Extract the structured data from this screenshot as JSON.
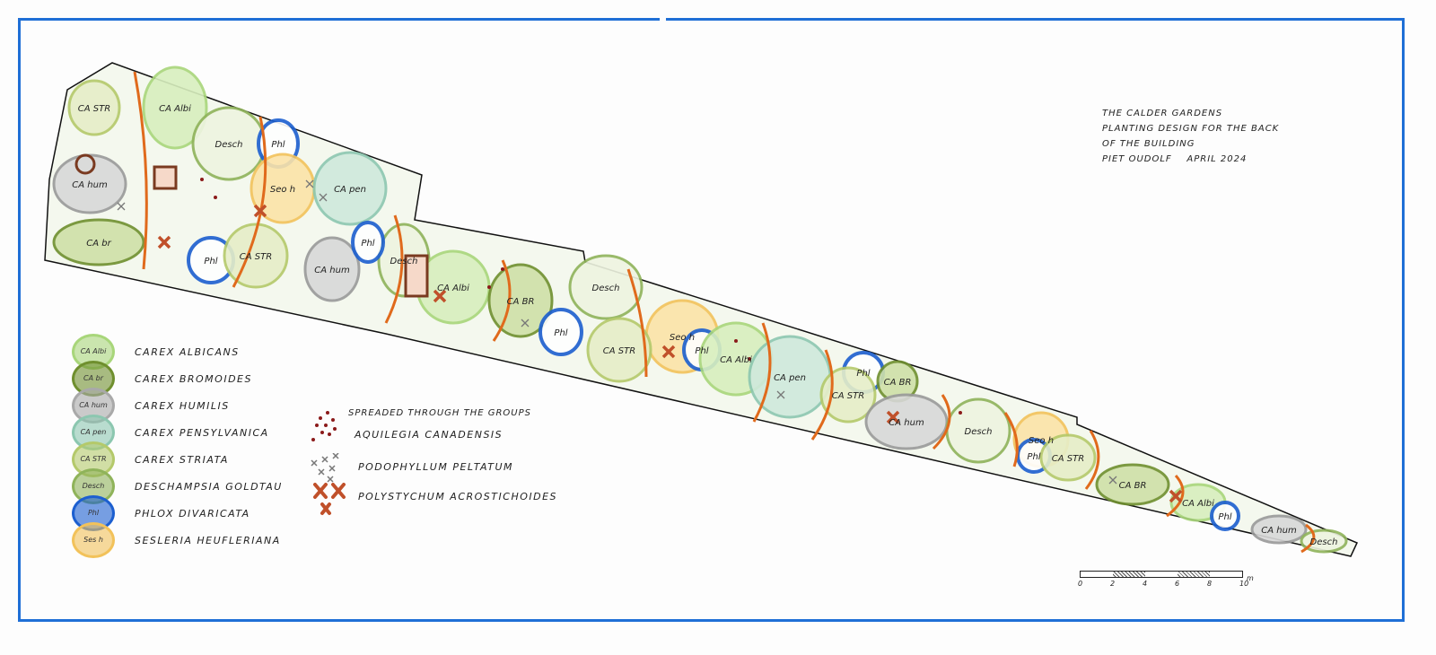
{
  "title": {
    "line1": "The Calder Gardens",
    "line2": "Planting design for the back",
    "line3": "of the building",
    "author": "Piet Oudolf",
    "date": "April 2024"
  },
  "legend": [
    {
      "abbr": "CA Albi",
      "name": "Carex albicans",
      "color": "#a8d67a"
    },
    {
      "abbr": "CA br",
      "name": "Carex bromoides",
      "color": "#6f8f2e"
    },
    {
      "abbr": "CA hum",
      "name": "Carex humilis",
      "color": "#a9a9a9"
    },
    {
      "abbr": "CA pen",
      "name": "Carex pensylvanica",
      "color": "#8cc7b0"
    },
    {
      "abbr": "CA STR",
      "name": "Carex striata",
      "color": "#b4c96a"
    },
    {
      "abbr": "Desch",
      "name": "Deschampsia Goldtau",
      "color": "#8fb35a"
    },
    {
      "abbr": "Phl",
      "name": "Phlox divaricata",
      "color": "#1c5fd0"
    },
    {
      "abbr": "Ses h",
      "name": "Sesleria heufleriana",
      "color": "#f2c25a"
    }
  ],
  "symbols": {
    "note": "Spreaded through the groups",
    "items": [
      {
        "abbr": "Aq",
        "name": "Aquilegia canadensis",
        "color": "#8b1a1a"
      },
      {
        "abbr": "P",
        "name": "Podophyllum peltatum",
        "color": "#777777"
      },
      {
        "abbr": "P",
        "name": "Polystychum acrostichoides",
        "color": "#c0502a"
      }
    ]
  },
  "scale": {
    "ticks": [
      "0",
      "2",
      "4",
      "6",
      "8",
      "10"
    ],
    "unit": "m"
  },
  "zones": [
    "CA STR",
    "CA Albi",
    "Desch",
    "Phl",
    "CA hum",
    "Seo h",
    "CA pen",
    "CA br",
    "Phl",
    "CA STR",
    "CA hum",
    "Desch",
    "Phl",
    "CA Albi",
    "CA BR",
    "Desch",
    "Phl",
    "Seo h",
    "CA STR",
    "Phl",
    "CA Albi",
    "CA pen",
    "Phl",
    "CA STR",
    "CA BR",
    "CA hum",
    "Desch",
    "Seo h",
    "Phl",
    "CA STR",
    "CA BR",
    "CA Albi",
    "Phl",
    "CA hum",
    "Desch"
  ],
  "colors": {
    "frame": "#1f6fd6",
    "edge": "#e06a1c"
  }
}
